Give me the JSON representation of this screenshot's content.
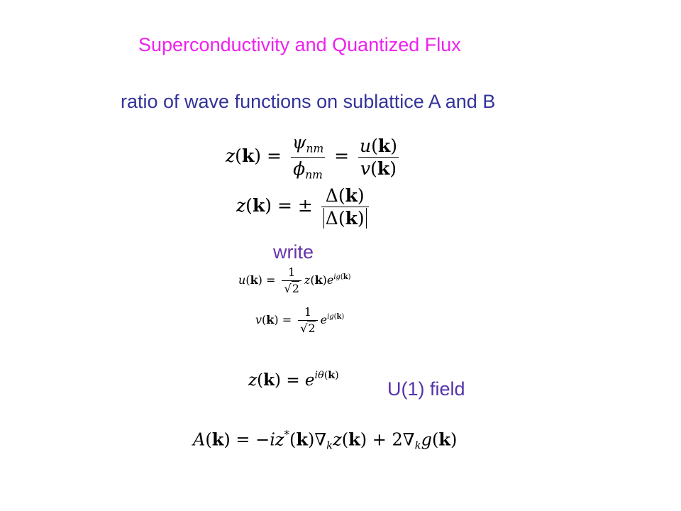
{
  "slide": {
    "title": "Superconductivity and Quantized Flux",
    "subtitle": "ratio of wave functions on sublattice A and B",
    "write_label": "write",
    "u1_label": "U(1) field"
  },
  "colors": {
    "title": "#ee22ee",
    "subtitle": "#33339a",
    "write_label": "#6633aa",
    "u1_label": "#5533aa"
  }
}
